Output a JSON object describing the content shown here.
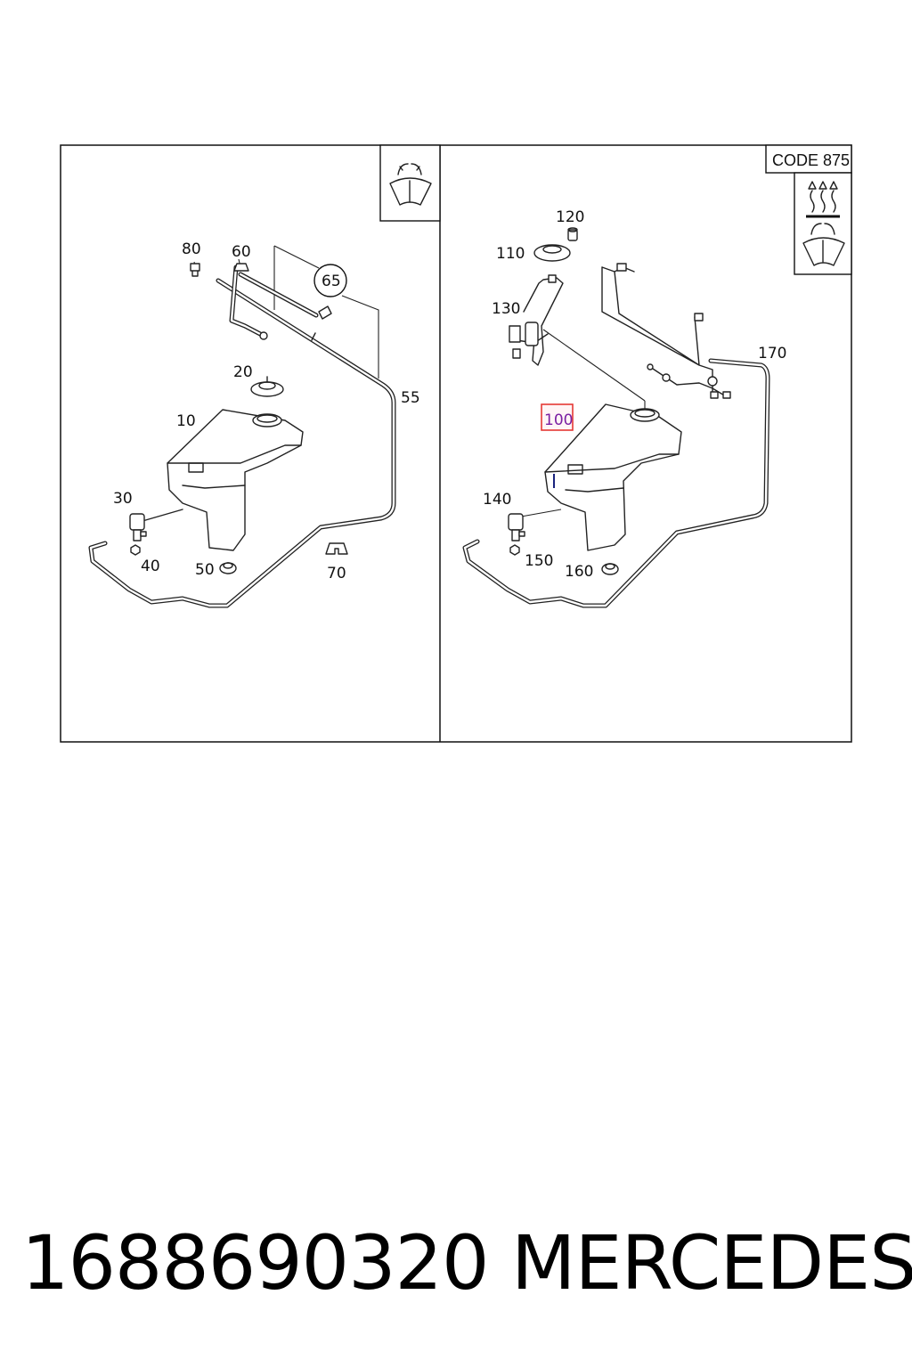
{
  "diagram": {
    "left_panel": {
      "labels": [
        "80",
        "60",
        "65",
        "20",
        "55",
        "10",
        "30",
        "40",
        "50",
        "70"
      ],
      "icon": "windscreen-washer-icon"
    },
    "right_panel": {
      "labels": [
        "120",
        "110",
        "130",
        "170",
        "100",
        "140",
        "150",
        "160"
      ],
      "code_badge": "CODE 875",
      "icons": [
        "heated-icon",
        "windscreen-washer-icon"
      ],
      "highlighted_label": "100",
      "highlight_color": "#e53935"
    }
  },
  "footer": {
    "part_number": "1688690320",
    "brand": "MERCEDES"
  }
}
